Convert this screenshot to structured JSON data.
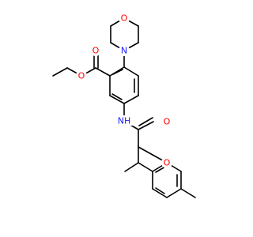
{
  "molecule": {
    "atom_labels": {
      "morpholine_n": "N",
      "morpholine_o": "O",
      "ester_carbonyl_o": "O",
      "ester_o": "O",
      "amide_nh": "NH",
      "amide_o": "O",
      "ether_o": "O"
    },
    "colors": {
      "bond": "#000000",
      "N": "#1a1aff",
      "O": "#ff0000"
    }
  }
}
